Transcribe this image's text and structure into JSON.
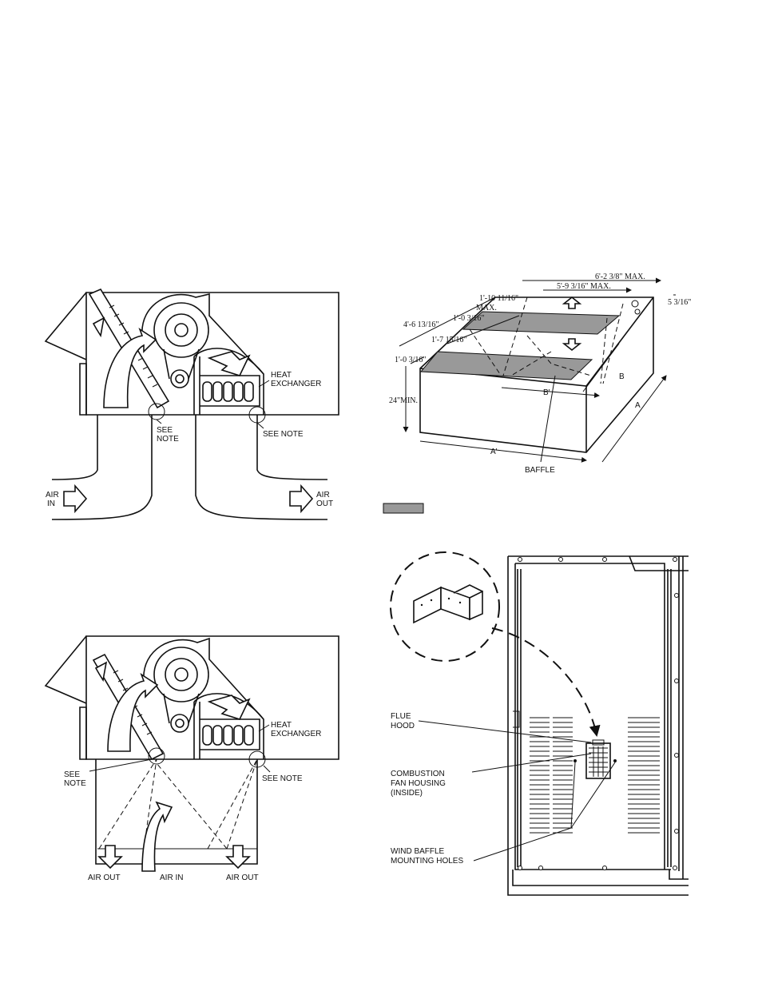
{
  "fig_top": {
    "labels": {
      "heat_exchanger": [
        "HEAT",
        "EXCHANGER"
      ],
      "see_note_left": [
        "SEE",
        "NOTE"
      ],
      "see_note_right": "SEE NOTE",
      "air_in": [
        "AIR",
        "IN"
      ],
      "air_out": [
        "AIR",
        "OUT"
      ]
    }
  },
  "fig_bottom": {
    "labels": {
      "heat_exchanger": [
        "HEAT",
        "EXCHANGER"
      ],
      "see_note_left": [
        "SEE",
        "NOTE"
      ],
      "see_note_right": "SEE NOTE",
      "air_out_left": "AIR OUT",
      "air_in": "AIR IN",
      "air_out_right": "AIR OUT"
    }
  },
  "fig_curb": {
    "dimensions": {
      "overall_length": "6'-2 3/8\" MAX.",
      "inner_length": "5'-9 3/16\" MAX.",
      "right_offset": "5 3/16\"",
      "top_depth": "1'-10 11/16\"",
      "top_depth_max": "MAX.",
      "side_depth": "4'-6 13/16\"",
      "side_inner": "1'-0 3/16\"",
      "side_second": "1'-7 15/16\"",
      "front_offset": "1'-0 3/16\"",
      "height": "24\"MIN."
    },
    "labels": {
      "a": "A",
      "a_prime": "A'",
      "b": "B",
      "b_prime": "B'",
      "baffle": "BAFFLE"
    }
  },
  "fig_flue": {
    "labels": {
      "flue_hood": [
        "FLUE",
        "HOOD"
      ],
      "combustion": [
        "COMBUSTION",
        "FAN HOUSING",
        "(INSIDE)"
      ],
      "wind_baffle": [
        "WIND BAFFLE",
        "MOUNTING HOLES"
      ]
    }
  }
}
